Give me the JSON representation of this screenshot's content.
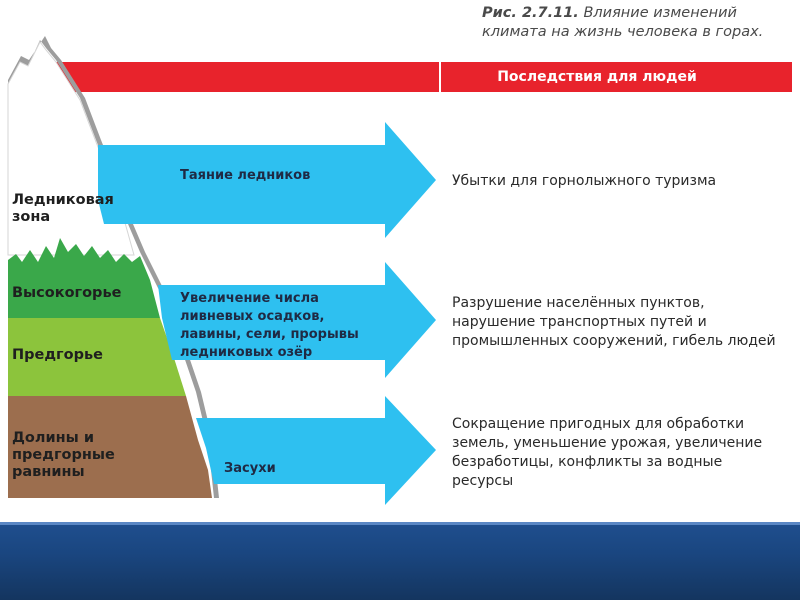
{
  "figure": {
    "caption_number": "Рис. 2.7.11.",
    "caption_title": "Влияние изменений климата на жизнь человека в горах."
  },
  "header": {
    "label": "Последствия для людей"
  },
  "zones": [
    {
      "label": "Ледниковая зона",
      "color": "#ffffff"
    },
    {
      "label": "Высокогорье",
      "color": "#3aa84a"
    },
    {
      "label": "Предгорье",
      "color": "#8cc43c"
    },
    {
      "label": "Долины и предгорные равнины",
      "color": "#9c6e4e"
    }
  ],
  "arrows": [
    {
      "label": "Таяние ледников"
    },
    {
      "label": "Увеличение числа ливневых осадков, лавины, сели, прорывы ледниковых озёр"
    },
    {
      "label": "Засухи"
    }
  ],
  "consequences": [
    {
      "text": "Убытки для горнолыжного туризма"
    },
    {
      "text": "Разрушение населённых пунктов, нарушение транспортных путей и промышленных сооружений, гибель людей"
    },
    {
      "text": "Сокращение пригодных для обработки земель, уменьшение урожая, увеличение безработицы, конфликты за водные ресурсы"
    }
  ],
  "colors": {
    "header_red": "#e8232c",
    "arrow_blue": "#2ec0f0",
    "glacier_zone": "#ffffff",
    "highland": "#3aa84a",
    "foothills": "#8cc43c",
    "valleys": "#9c6e4e",
    "footer_blue": "#1a4680"
  }
}
